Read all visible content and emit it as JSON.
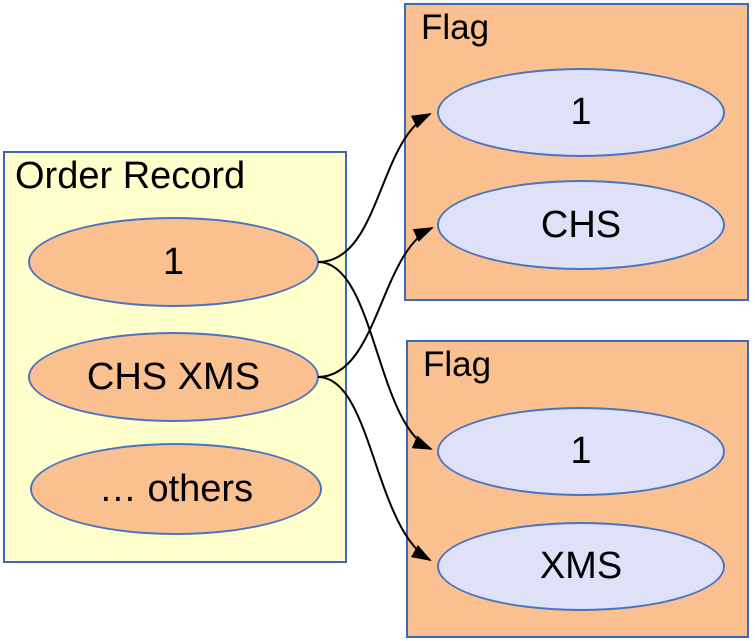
{
  "order_record": {
    "title": "Order Record",
    "fields": [
      {
        "label": "1"
      },
      {
        "label": "CHS XMS"
      },
      {
        "label": "… others"
      }
    ]
  },
  "flag_top": {
    "title": "Flag",
    "fields": [
      {
        "label": "1"
      },
      {
        "label": "CHS"
      }
    ]
  },
  "flag_bottom": {
    "title": "Flag",
    "fields": [
      {
        "label": "1"
      },
      {
        "label": "XMS"
      }
    ]
  },
  "connections": [
    {
      "from": "Order Record: 1",
      "to": "Flag (top): 1"
    },
    {
      "from": "Order Record: CHS XMS",
      "to": "Flag (top): CHS"
    },
    {
      "from": "Order Record: 1",
      "to": "Flag (bottom): 1"
    },
    {
      "from": "Order Record: CHS XMS",
      "to": "Flag (bottom): XMS"
    }
  ],
  "colors": {
    "background": "#FFFFFF",
    "record_box_fill": "#FFFFCC",
    "record_field_fill": "#FAC090",
    "flag_box_fill": "#FAC090",
    "flag_field_fill": "#DEE1F7",
    "box_border": "#3C69B0",
    "ellipse_border": "#4A74C0",
    "arrow": "#000000",
    "text": "#000000"
  }
}
